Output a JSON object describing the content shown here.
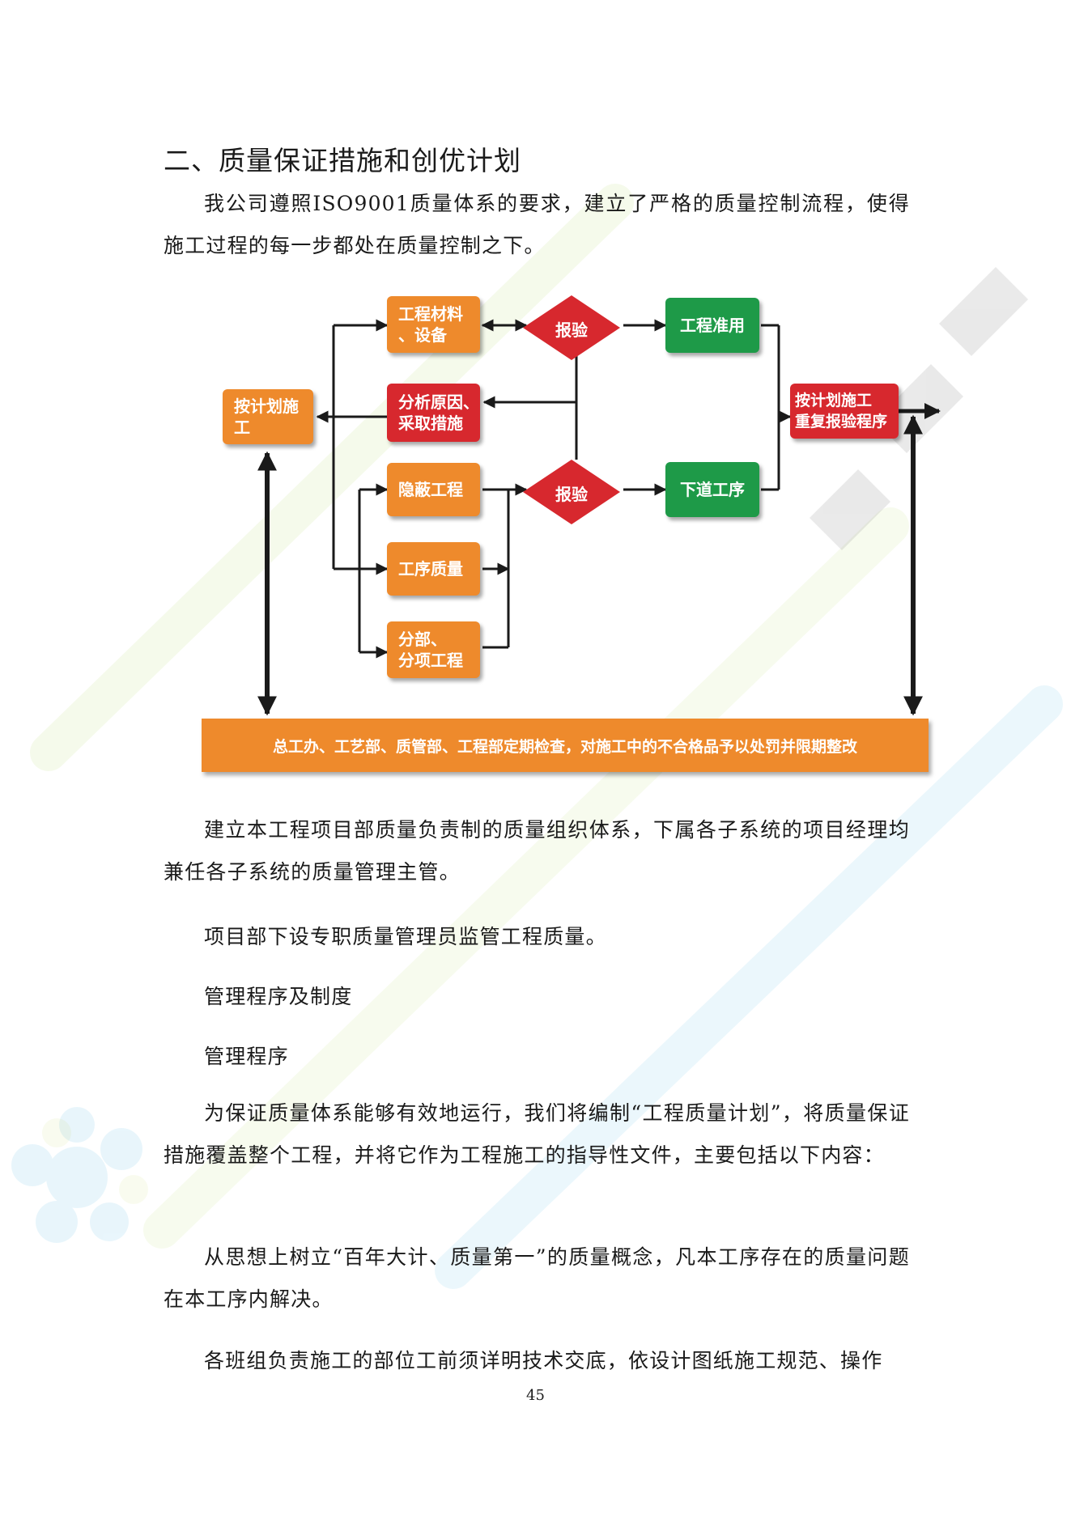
{
  "heading": "二、质量保证措施和创优计划",
  "intro": "我公司遵照ISO9001质量体系的要求，建立了严格的质量控制流程，使得施工过程的每一步都处在质量控制之下。",
  "flowchart": {
    "plan_construction": "按计划施工",
    "materials_equipment": "工程材料\n、设备",
    "analyze_causes": "分析原因、\n采取措施",
    "hidden_works": "隐蔽工程",
    "process_quality": "工序质量",
    "subdivision_works": "分部、\n分项工程",
    "report_inspection_top": "报验",
    "report_inspection_bottom": "报验",
    "project_approved": "工程准用",
    "next_process": "下道工序",
    "replan_reinspect": "按计划施工\n重复报验程序",
    "regular_inspection": "总工办、工艺部、质管部、工程部定期检查，对施工中的不合格品予以处罚并限期整改"
  },
  "para1": "建立本工程项目部质量负责制的质量组织体系，下属各子系统的项目经理均兼任各子系统的质量管理主管。",
  "para2": "项目部下设专职质量管理员监管工程质量。",
  "para3": "管理程序及制度",
  "para4": "管理程序",
  "para5": "为保证质量体系能够有效地运行，我们将编制“工程质量计划”，将质量保证措施覆盖整个工程，并将它作为工程施工的指导性文件，主要包括以下内容：",
  "para6": "从思想上树立“百年大计、质量第一”的质量概念，凡本工序存在的质量问题在本工序内解决。",
  "para7": "各班组负责施工的部位工前须详明技术交底，依设计图纸施工规范、操作",
  "page_number": "45",
  "colors": {
    "orange": "#ee8a2c",
    "red": "#d7282e",
    "green": "#1e9a48",
    "arrow": "#1a1a1a"
  }
}
